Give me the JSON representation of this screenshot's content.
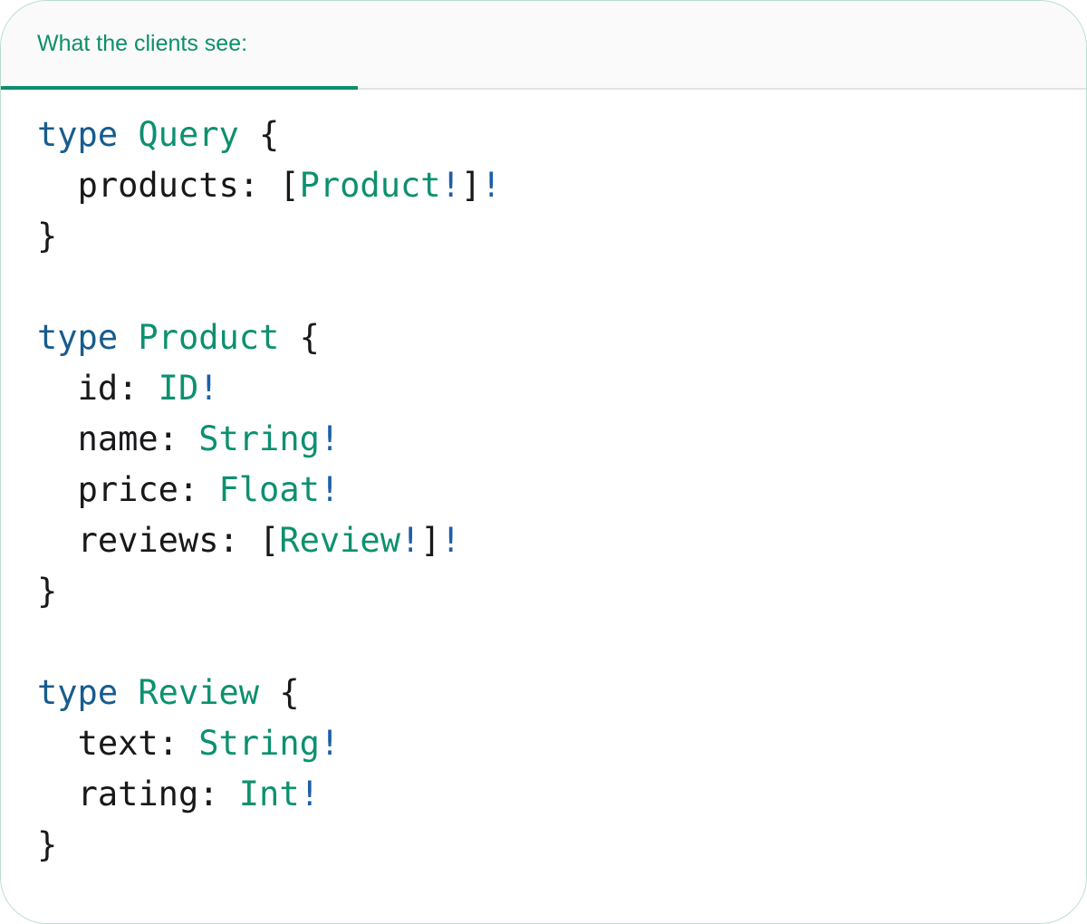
{
  "card": {
    "accent_green": "#0d8f6b",
    "border_color": "#b9ddcb",
    "header_bg": "#fafafa",
    "body_bg": "#ffffff"
  },
  "header": {
    "tabs": [
      {
        "label": "What the clients see:",
        "active": true
      }
    ]
  },
  "code": {
    "language": "graphql",
    "colors": {
      "keyword": "#175c8e",
      "type": "#0d9070",
      "punctuation": "#18181b",
      "bang": "#1c5fa8"
    },
    "lines": [
      {
        "indent": 0,
        "tokens": [
          {
            "text": "type",
            "cls": "k"
          },
          {
            "text": " ",
            "cls": "p"
          },
          {
            "text": "Query",
            "cls": "t"
          },
          {
            "text": " {",
            "cls": "p"
          }
        ]
      },
      {
        "indent": 1,
        "tokens": [
          {
            "text": "products: ",
            "cls": "p"
          },
          {
            "text": "[",
            "cls": "p"
          },
          {
            "text": "Product",
            "cls": "t"
          },
          {
            "text": "!",
            "cls": "b"
          },
          {
            "text": "]",
            "cls": "p"
          },
          {
            "text": "!",
            "cls": "b"
          }
        ]
      },
      {
        "indent": 0,
        "tokens": [
          {
            "text": "}",
            "cls": "p"
          }
        ]
      },
      {
        "indent": 0,
        "tokens": []
      },
      {
        "indent": 0,
        "tokens": [
          {
            "text": "type",
            "cls": "k"
          },
          {
            "text": " ",
            "cls": "p"
          },
          {
            "text": "Product",
            "cls": "t"
          },
          {
            "text": " {",
            "cls": "p"
          }
        ]
      },
      {
        "indent": 1,
        "tokens": [
          {
            "text": "id: ",
            "cls": "p"
          },
          {
            "text": "ID",
            "cls": "t"
          },
          {
            "text": "!",
            "cls": "b"
          }
        ]
      },
      {
        "indent": 1,
        "tokens": [
          {
            "text": "name: ",
            "cls": "p"
          },
          {
            "text": "String",
            "cls": "t"
          },
          {
            "text": "!",
            "cls": "b"
          }
        ]
      },
      {
        "indent": 1,
        "tokens": [
          {
            "text": "price: ",
            "cls": "p"
          },
          {
            "text": "Float",
            "cls": "t"
          },
          {
            "text": "!",
            "cls": "b"
          }
        ]
      },
      {
        "indent": 1,
        "tokens": [
          {
            "text": "reviews: ",
            "cls": "p"
          },
          {
            "text": "[",
            "cls": "p"
          },
          {
            "text": "Review",
            "cls": "t"
          },
          {
            "text": "!",
            "cls": "b"
          },
          {
            "text": "]",
            "cls": "p"
          },
          {
            "text": "!",
            "cls": "b"
          }
        ]
      },
      {
        "indent": 0,
        "tokens": [
          {
            "text": "}",
            "cls": "p"
          }
        ]
      },
      {
        "indent": 0,
        "tokens": []
      },
      {
        "indent": 0,
        "tokens": [
          {
            "text": "type",
            "cls": "k"
          },
          {
            "text": " ",
            "cls": "p"
          },
          {
            "text": "Review",
            "cls": "t"
          },
          {
            "text": " {",
            "cls": "p"
          }
        ]
      },
      {
        "indent": 1,
        "tokens": [
          {
            "text": "text: ",
            "cls": "p"
          },
          {
            "text": "String",
            "cls": "t"
          },
          {
            "text": "!",
            "cls": "b"
          }
        ]
      },
      {
        "indent": 1,
        "tokens": [
          {
            "text": "rating: ",
            "cls": "p"
          },
          {
            "text": "Int",
            "cls": "t"
          },
          {
            "text": "!",
            "cls": "b"
          }
        ]
      },
      {
        "indent": 0,
        "tokens": [
          {
            "text": "}",
            "cls": "p"
          }
        ]
      }
    ]
  }
}
